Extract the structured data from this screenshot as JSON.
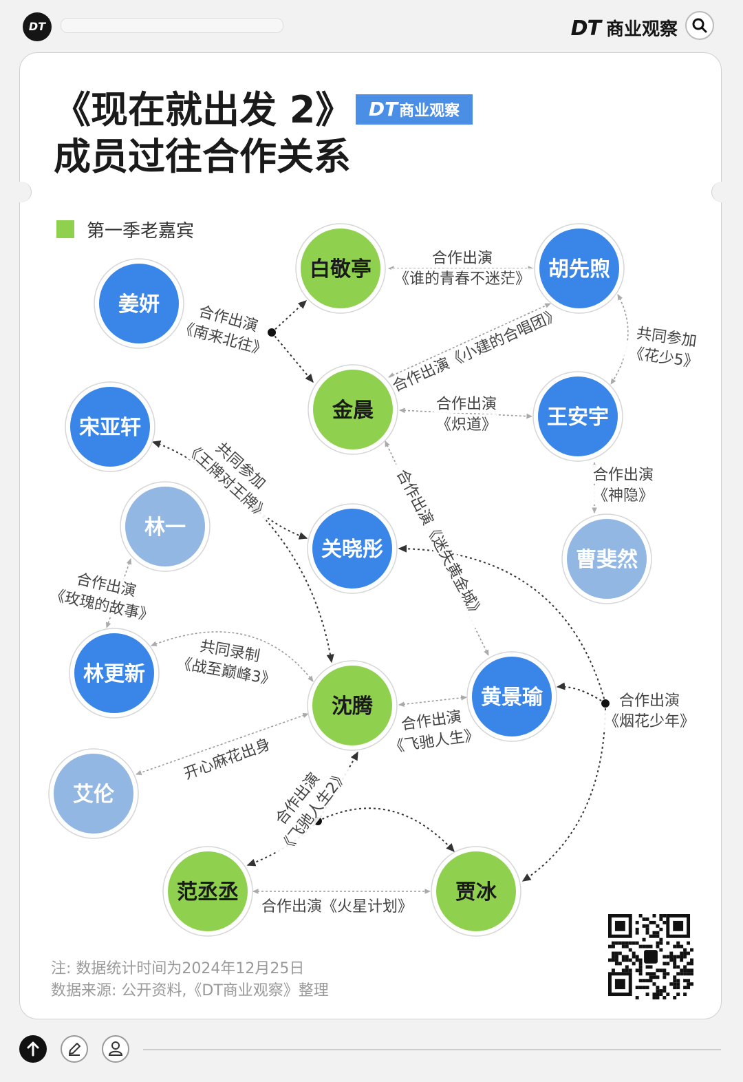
{
  "header": {
    "logo": "DT",
    "brand_dt": "DT",
    "brand_name": "商业观察"
  },
  "title": {
    "line1": "《现在就出发 2》",
    "line2": "成员过往合作关系",
    "badge_dt": "DT",
    "badge_name": "商业观察"
  },
  "legend": {
    "label": "第一季老嘉宾",
    "color": "#8fd14f"
  },
  "colors": {
    "first_season": "#8fd14f",
    "new_guest": "#3a86e8",
    "light_guest": "#92b7e2"
  },
  "nodes": [
    {
      "id": "baijingting",
      "name": "白敬亭",
      "type": "first_season"
    },
    {
      "id": "huxianxu",
      "name": "胡先煦",
      "type": "new_guest"
    },
    {
      "id": "jiangyan",
      "name": "姜妍",
      "type": "new_guest"
    },
    {
      "id": "jinchen",
      "name": "金晨",
      "type": "first_season"
    },
    {
      "id": "wanganyu",
      "name": "王安宇",
      "type": "new_guest"
    },
    {
      "id": "songyaxuan",
      "name": "宋亚轩",
      "type": "new_guest"
    },
    {
      "id": "linyi",
      "name": "林一",
      "type": "light_guest"
    },
    {
      "id": "guanxiaotong",
      "name": "关晓彤",
      "type": "new_guest"
    },
    {
      "id": "caofeiran",
      "name": "曹斐然",
      "type": "light_guest"
    },
    {
      "id": "lingengxin",
      "name": "林更新",
      "type": "new_guest"
    },
    {
      "id": "shenteng",
      "name": "沈腾",
      "type": "first_season"
    },
    {
      "id": "huangjingyu",
      "name": "黄景瑜",
      "type": "new_guest"
    },
    {
      "id": "ailun",
      "name": "艾伦",
      "type": "light_guest"
    },
    {
      "id": "fanchengcheng",
      "name": "范丞丞",
      "type": "first_season"
    },
    {
      "id": "jiabing",
      "name": "贾冰",
      "type": "first_season"
    }
  ],
  "edges": [
    {
      "label1": "合作出演",
      "label2": "《谁的青春不迷茫》"
    },
    {
      "label1": "合作出演",
      "label2": "《南来北往》"
    },
    {
      "label1": "合作出演《小建的合唱团》",
      "label2": ""
    },
    {
      "label1": "共同参加",
      "label2": "《花少5》"
    },
    {
      "label1": "合作出演",
      "label2": "《炽道》"
    },
    {
      "label1": "合作出演",
      "label2": "《神隐》"
    },
    {
      "label1": "共同参加",
      "label2": "《王牌对王牌》"
    },
    {
      "label1": "合作出演《迷失黄金城》",
      "label2": ""
    },
    {
      "label1": "合作出演",
      "label2": "《玫瑰的故事》"
    },
    {
      "label1": "共同录制",
      "label2": "《战至巅峰3》"
    },
    {
      "label1": "合作出演",
      "label2": "《飞驰人生》"
    },
    {
      "label1": "合作出演",
      "label2": "《烟花少年》"
    },
    {
      "label1": "开心麻花出身",
      "label2": ""
    },
    {
      "label1": "合作出演",
      "label2": "《飞驰人生2》"
    },
    {
      "label1": "合作出演《火星计划》",
      "label2": ""
    }
  ],
  "footer": {
    "note": "注: 数据统计时间为2024年12月25日",
    "source": "数据来源: 公开资料,《DT商业观察》整理"
  }
}
